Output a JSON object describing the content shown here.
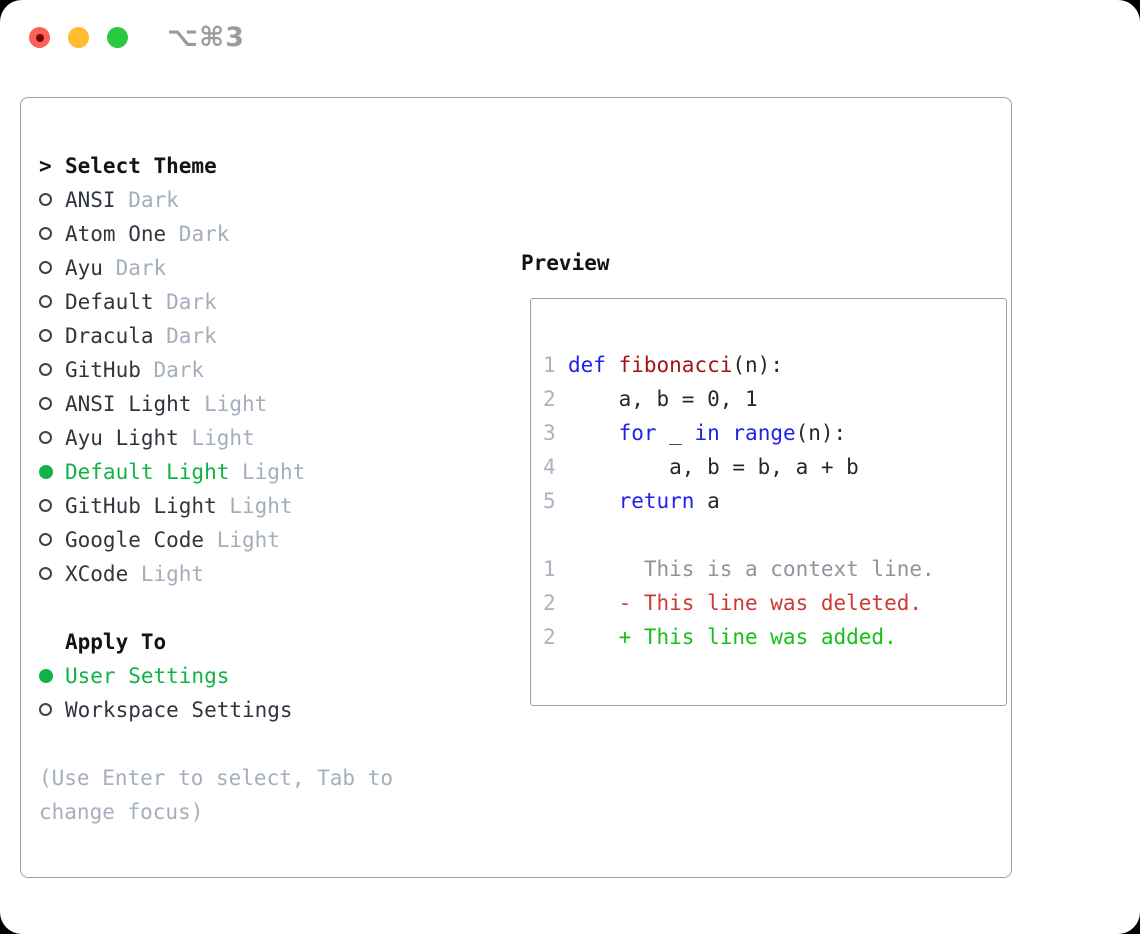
{
  "window": {
    "title": "⌥⌘3",
    "traffic_lights": [
      "close",
      "minimize",
      "zoom"
    ]
  },
  "colors": {
    "accent_green": "#10b345",
    "diff_added_green": "#15c115",
    "diff_deleted_red": "#cd3a31",
    "keyword_blue": "#1f1fee",
    "function_red": "#a31515",
    "muted_gray": "#a4aebc",
    "border_gray": "#98a2ae"
  },
  "theme_panel": {
    "prompt": ">",
    "header": "Select Theme",
    "items": [
      {
        "name": "ANSI",
        "tag": "Dark",
        "selected": false
      },
      {
        "name": "Atom One",
        "tag": "Dark",
        "selected": false
      },
      {
        "name": "Ayu",
        "tag": "Dark",
        "selected": false
      },
      {
        "name": "Default",
        "tag": "Dark",
        "selected": false
      },
      {
        "name": "Dracula",
        "tag": "Dark",
        "selected": false
      },
      {
        "name": "GitHub",
        "tag": "Dark",
        "selected": false
      },
      {
        "name": "ANSI Light",
        "tag": "Light",
        "selected": false
      },
      {
        "name": "Ayu Light",
        "tag": "Light",
        "selected": false
      },
      {
        "name": "Default Light",
        "tag": "Light",
        "selected": true
      },
      {
        "name": "GitHub Light",
        "tag": "Light",
        "selected": false
      },
      {
        "name": "Google Code",
        "tag": "Light",
        "selected": false
      },
      {
        "name": "XCode",
        "tag": "Light",
        "selected": false
      }
    ]
  },
  "apply_to": {
    "header": "Apply To",
    "options": [
      {
        "label": "User Settings",
        "selected": true
      },
      {
        "label": "Workspace Settings",
        "selected": false
      }
    ]
  },
  "hint": {
    "line1": "(Use Enter to select, Tab to",
    "line2": "change focus)"
  },
  "preview": {
    "header": "Preview",
    "code_lines": [
      {
        "num": "1",
        "tokens": [
          {
            "t": "kw",
            "s": "def"
          },
          {
            "t": "pl",
            "s": " "
          },
          {
            "t": "fn",
            "s": "fibonacci"
          },
          {
            "t": "pl",
            "s": "(n):"
          }
        ]
      },
      {
        "num": "2",
        "tokens": [
          {
            "t": "pl",
            "s": "    a, b = 0, 1"
          }
        ]
      },
      {
        "num": "3",
        "tokens": [
          {
            "t": "pl",
            "s": "    "
          },
          {
            "t": "kw",
            "s": "for"
          },
          {
            "t": "pl",
            "s": " _ "
          },
          {
            "t": "kw",
            "s": "in"
          },
          {
            "t": "pl",
            "s": " "
          },
          {
            "t": "kw",
            "s": "range"
          },
          {
            "t": "pl",
            "s": "(n):"
          }
        ]
      },
      {
        "num": "4",
        "tokens": [
          {
            "t": "pl",
            "s": "        a, b = b, a + b"
          }
        ]
      },
      {
        "num": "5",
        "tokens": [
          {
            "t": "pl",
            "s": "    "
          },
          {
            "t": "kw",
            "s": "return"
          },
          {
            "t": "pl",
            "s": " a"
          }
        ]
      },
      {
        "num": "",
        "tokens": []
      },
      {
        "num": "1",
        "tokens": [
          {
            "t": "ctx",
            "s": "      This is a context line."
          }
        ]
      },
      {
        "num": "2",
        "tokens": [
          {
            "t": "del",
            "s": "    - This line was deleted."
          }
        ]
      },
      {
        "num": "2",
        "tokens": [
          {
            "t": "add",
            "s": "    + This line was added."
          }
        ]
      }
    ]
  }
}
